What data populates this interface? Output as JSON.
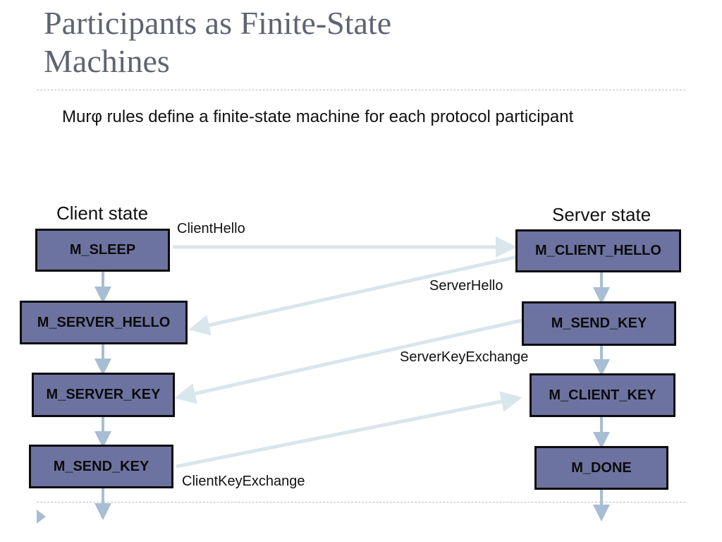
{
  "slide": {
    "title_line1": "Participants as Finite-State",
    "title_line2": "Machines",
    "subtitle": "Murφ rules define a finite-state machine for each protocol participant"
  },
  "diagram": {
    "client_label": "Client state",
    "server_label": "Server state",
    "client_states": [
      "M_SLEEP",
      "M_SERVER_HELLO",
      "M_SERVER_KEY",
      "M_SEND_KEY"
    ],
    "server_states": [
      "M_CLIENT_HELLO",
      "M_SEND_KEY",
      "M_CLIENT_KEY",
      "M_DONE"
    ],
    "messages": [
      "ClientHello",
      "ServerHello",
      "ServerKeyExchange",
      "ClientKeyExchange"
    ],
    "colors": {
      "state_fill": "#6d73a0",
      "vertical_arrow": "#a7bdd3",
      "message_arrow": "#d9e6ec"
    }
  }
}
